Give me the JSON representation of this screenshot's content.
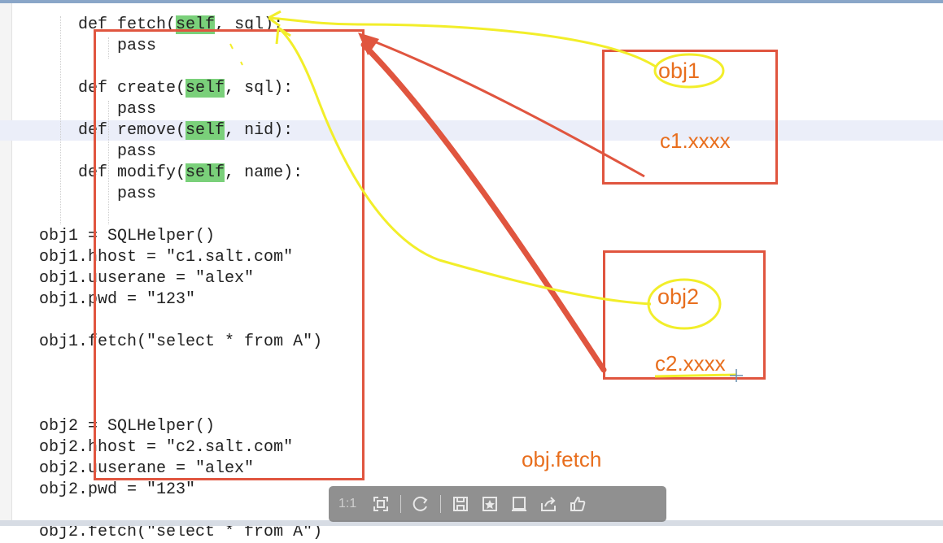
{
  "code_lines": [
    {
      "indent": "        ",
      "pre": "def fetch(",
      "hl": "self",
      "post": ", sql):"
    },
    {
      "indent": "            ",
      "pre": "pass",
      "hl": "",
      "post": ""
    },
    {
      "indent": "",
      "pre": "",
      "hl": "",
      "post": ""
    },
    {
      "indent": "        ",
      "pre": "def create(",
      "hl": "self",
      "post": ", sql):"
    },
    {
      "indent": "            ",
      "pre": "pass",
      "hl": "",
      "post": ""
    },
    {
      "indent": "        ",
      "pre": "def remove(",
      "hl": "self",
      "post": ", nid):"
    },
    {
      "indent": "            ",
      "pre": "pass",
      "hl": "",
      "post": ""
    },
    {
      "indent": "        ",
      "pre": "def modify(",
      "hl": "self",
      "post": ", name):"
    },
    {
      "indent": "            ",
      "pre": "pass",
      "hl": "",
      "post": ""
    },
    {
      "indent": "",
      "pre": "",
      "hl": "",
      "post": ""
    },
    {
      "indent": "    ",
      "pre": "obj1 = SQLHelper()",
      "hl": "",
      "post": ""
    },
    {
      "indent": "    ",
      "pre": "obj1.hhost = \"c1.salt.com\"",
      "hl": "",
      "post": ""
    },
    {
      "indent": "    ",
      "pre": "obj1.uuserane = \"alex\"",
      "hl": "",
      "post": ""
    },
    {
      "indent": "    ",
      "pre": "obj1.pwd = \"123\"",
      "hl": "",
      "post": ""
    },
    {
      "indent": "",
      "pre": "",
      "hl": "",
      "post": ""
    },
    {
      "indent": "    ",
      "pre": "obj1.fetch(\"select * from A\")",
      "hl": "",
      "post": ""
    },
    {
      "indent": "",
      "pre": "",
      "hl": "",
      "post": ""
    },
    {
      "indent": "",
      "pre": "",
      "hl": "",
      "post": ""
    },
    {
      "indent": "",
      "pre": "",
      "hl": "",
      "post": ""
    },
    {
      "indent": "    ",
      "pre": "obj2 = SQLHelper()",
      "hl": "",
      "post": ""
    },
    {
      "indent": "    ",
      "pre": "obj2.hhost = \"c2.salt.com\"",
      "hl": "",
      "post": ""
    },
    {
      "indent": "    ",
      "pre": "obj2.uuserane = \"alex\"",
      "hl": "",
      "post": ""
    },
    {
      "indent": "    ",
      "pre": "obj2.pwd = \"123\"",
      "hl": "",
      "post": ""
    },
    {
      "indent": "",
      "pre": "",
      "hl": "",
      "post": ""
    },
    {
      "indent": "    ",
      "pre": "obj2.fetch(\"select * from A\")",
      "hl": "",
      "post": ""
    }
  ],
  "annotations": {
    "box1_label_top": "obj1",
    "box1_label_bottom": "c1.xxxx",
    "box2_label_top": "obj2",
    "box2_label_bottom": "c2.xxxx",
    "free_label": "obj.fetch"
  },
  "toolbar": {
    "page_indicator": "1:1",
    "buttons": [
      {
        "name": "fit-screen-icon"
      },
      {
        "name": "rotate-icon"
      },
      {
        "name": "save-icon"
      },
      {
        "name": "bookmark-icon"
      },
      {
        "name": "note-icon"
      },
      {
        "name": "share-icon"
      },
      {
        "name": "like-icon"
      }
    ]
  },
  "colors": {
    "annotation_red": "#e0553f",
    "annotation_yellow": "#f2ee2a",
    "annotation_orange_text": "#e86e1d",
    "self_highlight": "#7ad07a",
    "current_line": "#ebeef9"
  }
}
